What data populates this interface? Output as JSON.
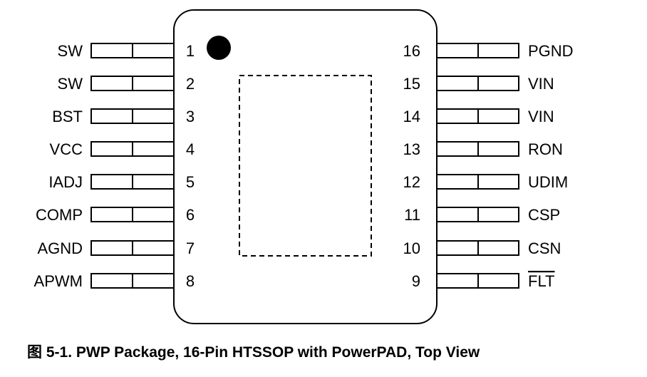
{
  "caption": {
    "prefix": "图",
    "text": "5-1. PWP Package, 16-Pin HTSSOP with PowerPAD, Top View"
  },
  "pin1_marker": "filled-circle",
  "exposed_pad": "dashed-outline",
  "left_pins": [
    {
      "number": "1",
      "name": "SW",
      "overbar": false
    },
    {
      "number": "2",
      "name": "SW",
      "overbar": false
    },
    {
      "number": "3",
      "name": "BST",
      "overbar": false
    },
    {
      "number": "4",
      "name": "VCC",
      "overbar": false
    },
    {
      "number": "5",
      "name": "IADJ",
      "overbar": false
    },
    {
      "number": "6",
      "name": "COMP",
      "overbar": false
    },
    {
      "number": "7",
      "name": "AGND",
      "overbar": false
    },
    {
      "number": "8",
      "name": "APWM",
      "overbar": false
    }
  ],
  "right_pins": [
    {
      "number": "16",
      "name": "PGND",
      "overbar": false
    },
    {
      "number": "15",
      "name": "VIN",
      "overbar": false
    },
    {
      "number": "14",
      "name": "VIN",
      "overbar": false
    },
    {
      "number": "13",
      "name": "RON",
      "overbar": false
    },
    {
      "number": "12",
      "name": "UDIM",
      "overbar": false
    },
    {
      "number": "11",
      "name": "CSP",
      "overbar": false
    },
    {
      "number": "10",
      "name": "CSN",
      "overbar": false
    },
    {
      "number": "9",
      "name": "FLT",
      "overbar": true
    }
  ]
}
